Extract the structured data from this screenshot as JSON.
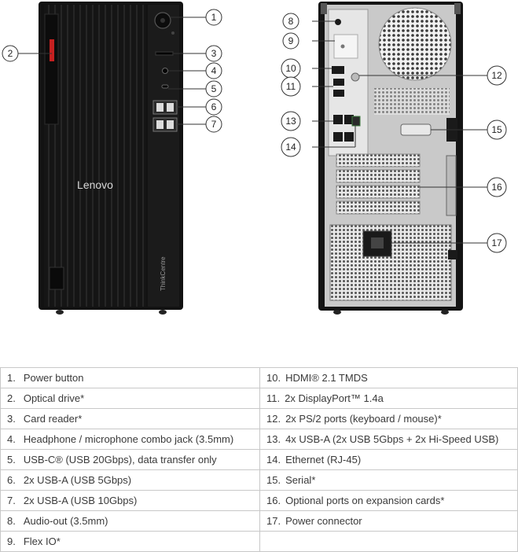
{
  "front": {
    "brand": "Lenovo",
    "sub_brand": "ThinkCentre"
  },
  "callouts": [
    "1",
    "2",
    "3",
    "4",
    "5",
    "6",
    "7",
    "8",
    "9",
    "10",
    "11",
    "12",
    "13",
    "14",
    "15",
    "16",
    "17"
  ],
  "legend": {
    "left": [
      {
        "num": "1.",
        "text": "Power button"
      },
      {
        "num": "2.",
        "text": "Optical drive*"
      },
      {
        "num": "3.",
        "text": "Card reader*"
      },
      {
        "num": "4.",
        "text": "Headphone / microphone combo jack (3.5mm)"
      },
      {
        "num": "5.",
        "text": "USB-C® (USB 20Gbps), data transfer only"
      },
      {
        "num": "6.",
        "text": "2x USB-A (USB 5Gbps)"
      },
      {
        "num": "7.",
        "text": "2x USB-A (USB 10Gbps)"
      },
      {
        "num": "8.",
        "text": "Audio-out (3.5mm)"
      },
      {
        "num": "9.",
        "text": "Flex IO*"
      }
    ],
    "right": [
      {
        "num": "10.",
        "text": "HDMI® 2.1 TMDS"
      },
      {
        "num": "11.",
        "text": "2x DisplayPort™ 1.4a"
      },
      {
        "num": "12.",
        "text": "2x PS/2 ports (keyboard / mouse)*"
      },
      {
        "num": "13.",
        "text": "4x USB-A (2x USB 5Gbps + 2x Hi-Speed USB)"
      },
      {
        "num": "14.",
        "text": "Ethernet (RJ-45)"
      },
      {
        "num": "15.",
        "text": "Serial*"
      },
      {
        "num": "16.",
        "text": "Optional ports on expansion cards*"
      },
      {
        "num": "17.",
        "text": "Power connector"
      },
      {
        "num": "",
        "text": ""
      }
    ]
  }
}
